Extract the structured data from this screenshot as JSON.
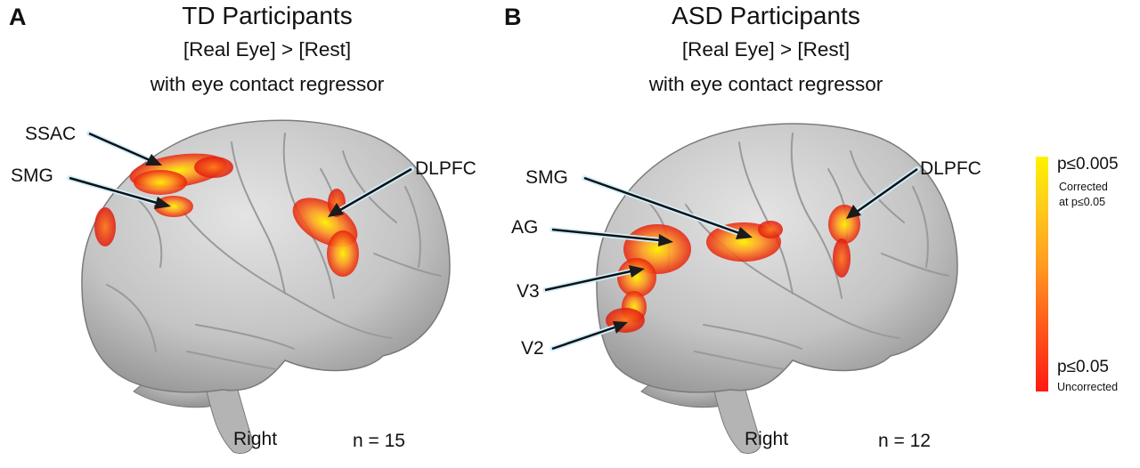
{
  "panels": [
    {
      "letter": "A",
      "title": "TD Participants",
      "contrast": "[Real Eye] > [Rest]",
      "condition": "with eye contact regressor",
      "regions": [
        "SSAC",
        "SMG",
        "DLPFC"
      ],
      "view": "Right",
      "n": "n = 15"
    },
    {
      "letter": "B",
      "title": "ASD Participants",
      "contrast": "[Real Eye] > [Rest]",
      "condition": "with eye contact regressor",
      "regions": [
        "SMG",
        "DLPFC",
        "AG",
        "V3",
        "V2"
      ],
      "view": "Right",
      "n": "n = 12"
    }
  ],
  "colorbar": {
    "top_value": "p≤0.005",
    "top_note_1": "Corrected",
    "top_note_2": "at p≤0.05",
    "bottom_value": "p≤0.05",
    "bottom_note": "Uncorrected",
    "colors": [
      "#fff200",
      "#ff9e22",
      "#ff1a12"
    ]
  }
}
